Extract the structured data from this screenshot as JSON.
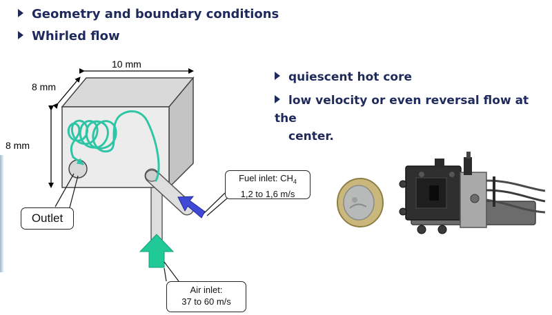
{
  "bullets": {
    "geometry": "Geometry and boundary conditions",
    "whirled": "Whirled flow",
    "quiescent": "quiescent hot core",
    "low_velocity_line1": "low velocity or even reversal flow at the",
    "low_velocity_line2": "center."
  },
  "dimensions": {
    "width": "10 mm",
    "depth": "8 mm",
    "height": "8 mm"
  },
  "callouts": {
    "outlet": "Outlet",
    "fuel_label": "Fuel inlet: CH",
    "fuel_subscript": "4",
    "fuel_speed": "1,2 to 1,6 m/s",
    "air_label": "Air inlet:",
    "air_speed": "37 to 60 m/s"
  },
  "colors": {
    "bullet_text": "#1f2a5c",
    "flow_swirl": "#2ec4a6",
    "fuel_arrow": "#3f49d6",
    "air_arrow": "#20c997"
  }
}
